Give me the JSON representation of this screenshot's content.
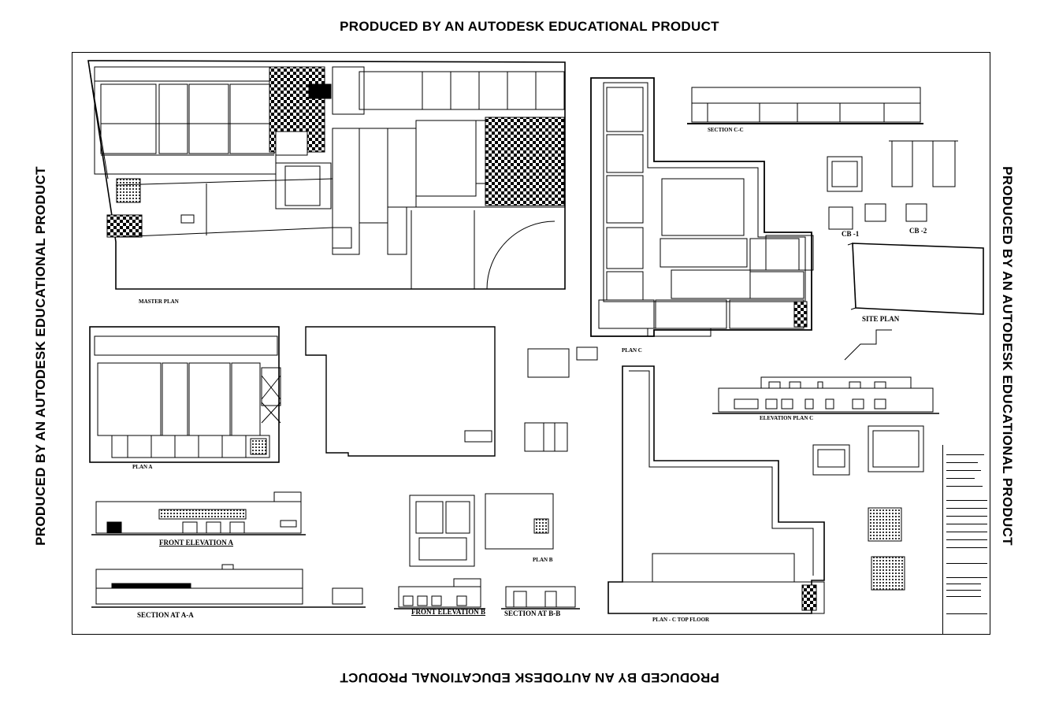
{
  "watermark": {
    "top": "PRODUCED BY AN AUTODESK EDUCATIONAL PRODUCT",
    "bottom": "PRODUCED BY AN AUTODESK EDUCATIONAL PRODUCT",
    "left": "PRODUCED BY AN AUTODESK EDUCATIONAL PRODUCT",
    "right": "PRODUCED BY AN AUTODESK EDUCATIONAL PRODUCT"
  },
  "drawings": {
    "front_elevation_a": "FRONT ELEVATION A",
    "section_a_a": "SECTION AT A-A",
    "front_elevation_b": "FRONT ELEVATION B",
    "section_b_b": "SECTION AT B-B",
    "site_plan": "SITE PLAN",
    "cb1": "CB -1",
    "cb2": "CB -2",
    "plan_a": "PLAN A",
    "plan_b": "PLAN B",
    "plan_c": "PLAN C",
    "master_plan": "MASTER PLAN",
    "elevation_plan_c": "ELEVATION PLAN C",
    "section_c_c": "SECTION C-C",
    "plan_c_top_floor": "PLAN - C TOP FLOOR"
  }
}
